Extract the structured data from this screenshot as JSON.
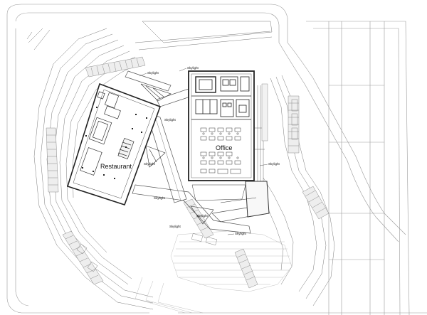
{
  "labels": {
    "restaurant": "Restaurant",
    "office": "Office",
    "skylight": "Skylight"
  },
  "colors": {
    "line": "#555555",
    "wall": "#222222",
    "stair": "#9a9a9a",
    "hatch": "#bdbdbd"
  }
}
